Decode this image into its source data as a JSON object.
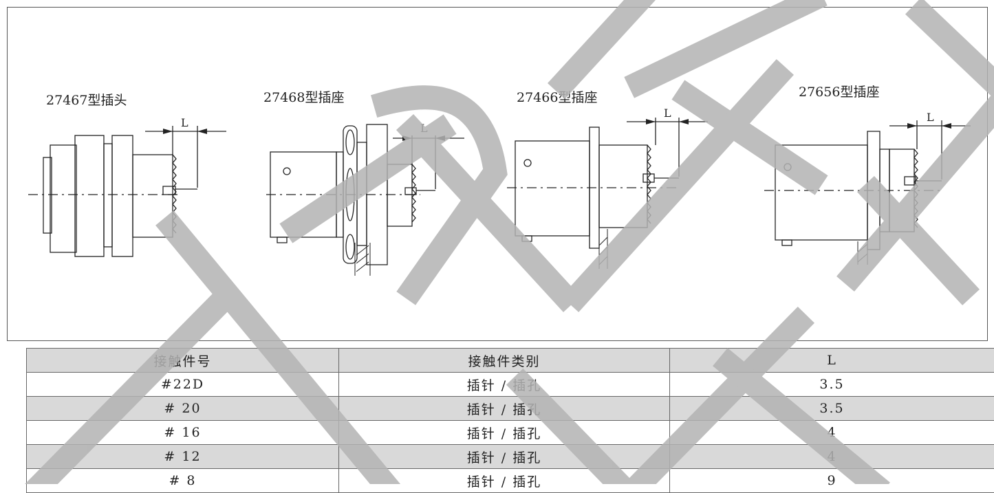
{
  "connectors": [
    {
      "title": "27467型插头",
      "dim": "L"
    },
    {
      "title": "27468型插座",
      "dim": "L"
    },
    {
      "title": "27466型插座",
      "dim": "L"
    },
    {
      "title": "27656型插座",
      "dim": "L"
    }
  ],
  "table": {
    "headers": [
      "接触件号",
      "接触件类别",
      "L"
    ],
    "rows": [
      [
        "#22D",
        "插针 / 插孔",
        "3.5"
      ],
      [
        "# 20",
        "插针 / 插孔",
        "3.5"
      ],
      [
        "# 16",
        "插针 / 插孔",
        "4"
      ],
      [
        "# 12",
        "插针 / 插孔",
        "4"
      ],
      [
        "# 8",
        "插针 / 插孔",
        "9"
      ]
    ]
  },
  "colors": {
    "watermark": "#b3b3b3",
    "header_row": "#d9d9d9",
    "line": "#222222"
  }
}
